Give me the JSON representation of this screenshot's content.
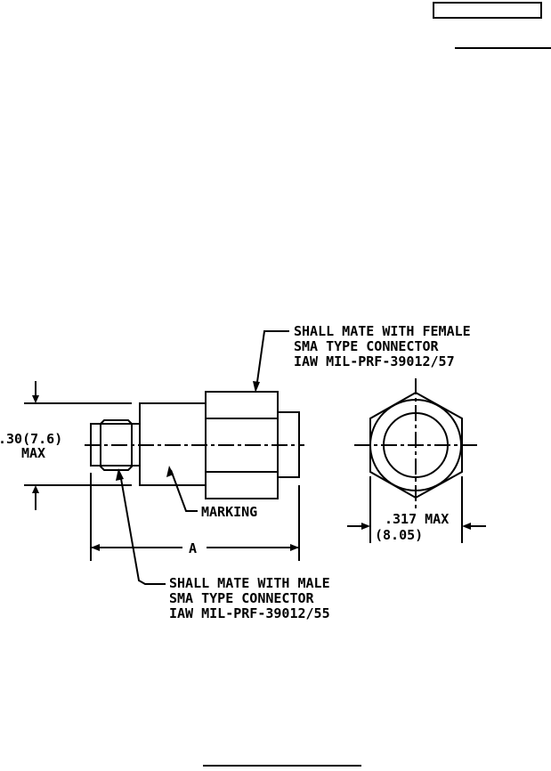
{
  "drawing": {
    "female_note": [
      "SHALL MATE WITH FEMALE",
      "SMA TYPE CONNECTOR",
      "IAW MIL-PRF-39012/57"
    ],
    "male_note": [
      "SHALL MATE WITH MALE",
      "SMA TYPE CONNECTOR",
      "IAW MIL-PRF-39012/55"
    ],
    "marking_label": "MARKING",
    "height_dim": ".30(7.6)",
    "height_dim_max": "MAX",
    "length_dim": "A",
    "hex_dim": ".317 MAX",
    "hex_dim_metric": "(8.05)"
  }
}
